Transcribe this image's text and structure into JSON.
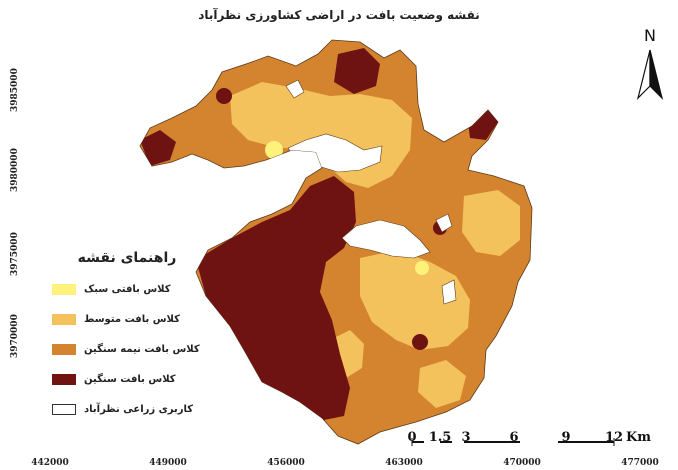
{
  "map": {
    "title": "نقشه وضعیت بافت در اراضی کشاورزی نظرآباد",
    "north_label": "N",
    "y_ticks": [
      "3985000",
      "3980000",
      "3975000",
      "3970000"
    ],
    "x_ticks": [
      "442000",
      "449000",
      "456000",
      "463000",
      "470000",
      "477000"
    ],
    "legend": {
      "title": "راهنمای نقشه",
      "items": [
        {
          "label": "کلاس بافتی سبک",
          "color": "#fff27a"
        },
        {
          "label": "کلاس بافت متوسط",
          "color": "#f3c25c"
        },
        {
          "label": "کلاس بافت نیمه سنگین",
          "color": "#d4842e"
        },
        {
          "label": "کلاس بافت سنگین",
          "color": "#6e1212"
        },
        {
          "label": "کاربری زراعی نظرآباد",
          "color": "#ffffff"
        }
      ]
    },
    "scale_bar": {
      "labels": [
        "0",
        "1.5",
        "3",
        "6",
        "9",
        "12"
      ],
      "unit": "Km"
    }
  }
}
